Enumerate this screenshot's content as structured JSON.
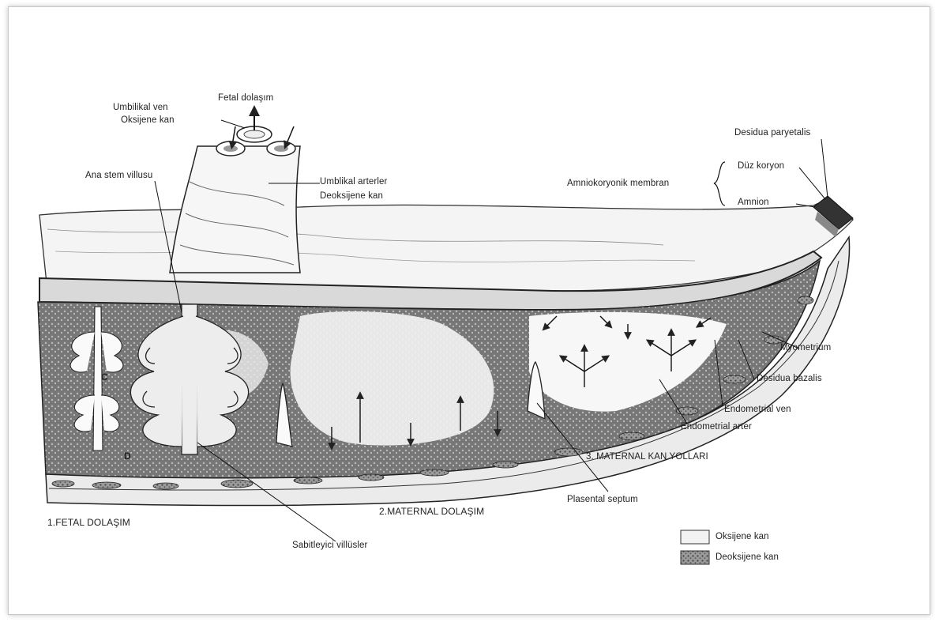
{
  "labels": {
    "fetal_dolasim": "Fetal dolaşım",
    "umbilikal_ven": "Umbilikal ven",
    "oksijene_kan": "Oksijene kan",
    "ana_stem_villusu": "Ana stem villusu",
    "umblikal_arterler": "Umblikal arterler",
    "deoksijene_kan": "Deoksijene kan",
    "desidua_paryetalis": "Desidua paryetalis",
    "duz_koryon": "Düz koryon",
    "amniokoryonik_membran": "Amniokoryonik membran",
    "amnion": "Amnion",
    "myometrium": "Myometrium",
    "desidua_bazalis": "Desidua bazalis",
    "endometrial_ven": "Endometrial ven",
    "endometrial_arter": "Endometrial arter",
    "maternal_kan_yollari": "3. MATERNAL KAN YOLLARI",
    "plasental_septum": "Plasental septum",
    "maternal_dolasim": "2.MATERNAL DOLAŞIM",
    "fetal_dolasim_section": "1.FETAL DOLAŞIM",
    "sabitleyici_villusler": "Sabitleyici villüsler",
    "letter_c": "C",
    "letter_d": "D"
  },
  "legend": {
    "oxygenated": "Oksijene kan",
    "deoxygenated": "Deoksijene kan"
  }
}
